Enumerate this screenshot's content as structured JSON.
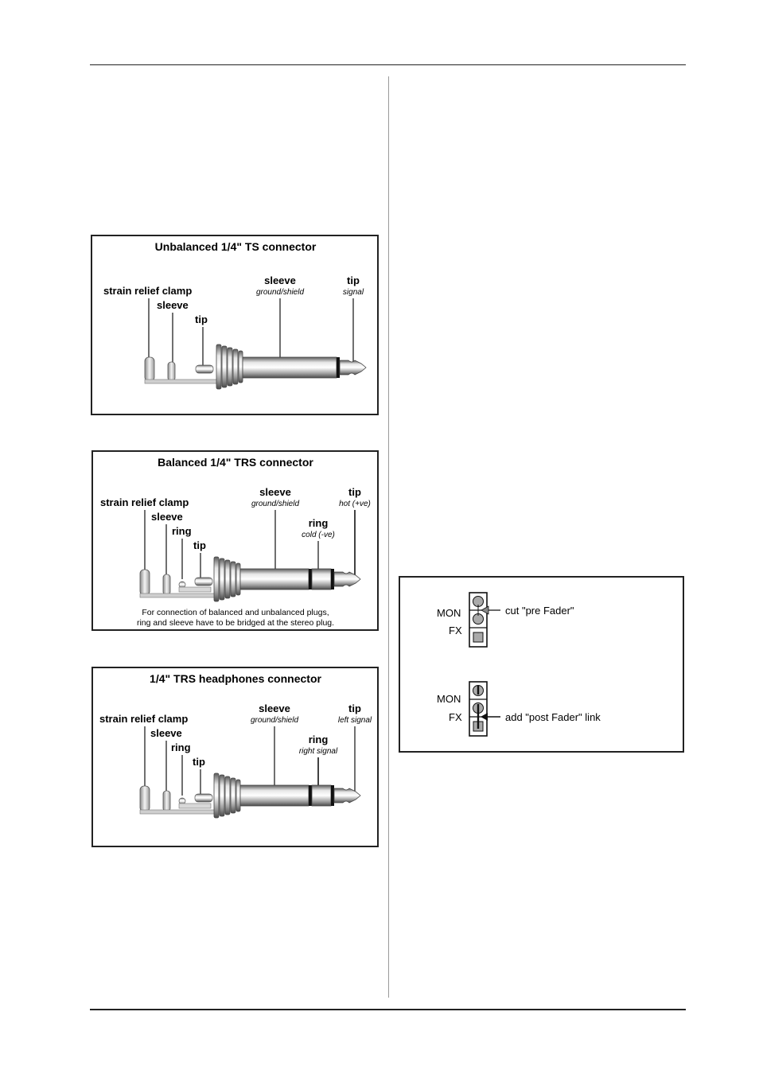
{
  "ts": {
    "title": "Unbalanced 1/4\" TS connector",
    "labels": {
      "clamp": "strain relief clamp",
      "sleeve_small": "sleeve",
      "tip_small": "tip",
      "sleeve": "sleeve",
      "sleeve_sub": "ground/shield",
      "tip": "tip",
      "tip_sub": "signal"
    }
  },
  "trs": {
    "title": "Balanced 1/4\" TRS connector",
    "labels": {
      "clamp": "strain relief clamp",
      "sleeve_small": "sleeve",
      "ring_small": "ring",
      "tip_small": "tip",
      "sleeve": "sleeve",
      "sleeve_sub": "ground/shield",
      "tip": "tip",
      "tip_sub": "hot (+ve)",
      "ring": "ring",
      "ring_sub": "cold (-ve)"
    },
    "note_line1": "For connection of balanced and unbalanced plugs,",
    "note_line2": "ring and sleeve have to be bridged at the stereo plug."
  },
  "hp": {
    "title": "1/4\" TRS headphones connector",
    "labels": {
      "clamp": "strain relief clamp",
      "sleeve_small": "sleeve",
      "ring_small": "ring",
      "tip_small": "tip",
      "sleeve": "sleeve",
      "sleeve_sub": "ground/shield",
      "tip": "tip",
      "tip_sub": "left signal",
      "ring": "ring",
      "ring_sub": "right signal"
    }
  },
  "jumper": {
    "top": {
      "mon": "MON",
      "fx": "FX",
      "annotation": "cut \"pre Fader\""
    },
    "bottom": {
      "mon": "MON",
      "fx": "FX",
      "annotation": "add \"post Fader\" link"
    }
  }
}
